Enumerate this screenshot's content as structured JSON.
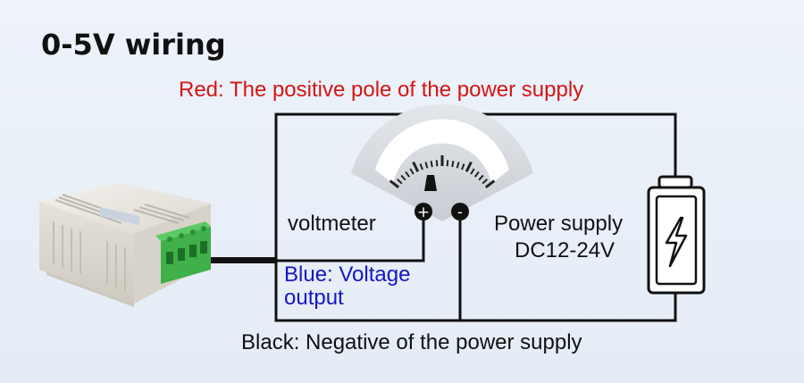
{
  "title": "0-5V wiring",
  "labels": {
    "red": "Red: The positive pole of the power supply",
    "voltmeter": "voltmeter",
    "power_supply_line1": "Power supply",
    "power_supply_line2": "DC12-24V",
    "blue_line1": "Blue: Voltage",
    "blue_line2": "output",
    "black": "Black: Negative of the power supply"
  },
  "terminals": {
    "plus": "+",
    "minus": "-"
  },
  "icons": [
    "sensor-device-icon",
    "voltmeter-dial-icon",
    "battery-lightning-icon"
  ],
  "colors": {
    "red_wire_label": "#d41414",
    "blue_wire_label": "#1515c8",
    "wire": "#111111",
    "terminal_block": "#3fb04a"
  }
}
